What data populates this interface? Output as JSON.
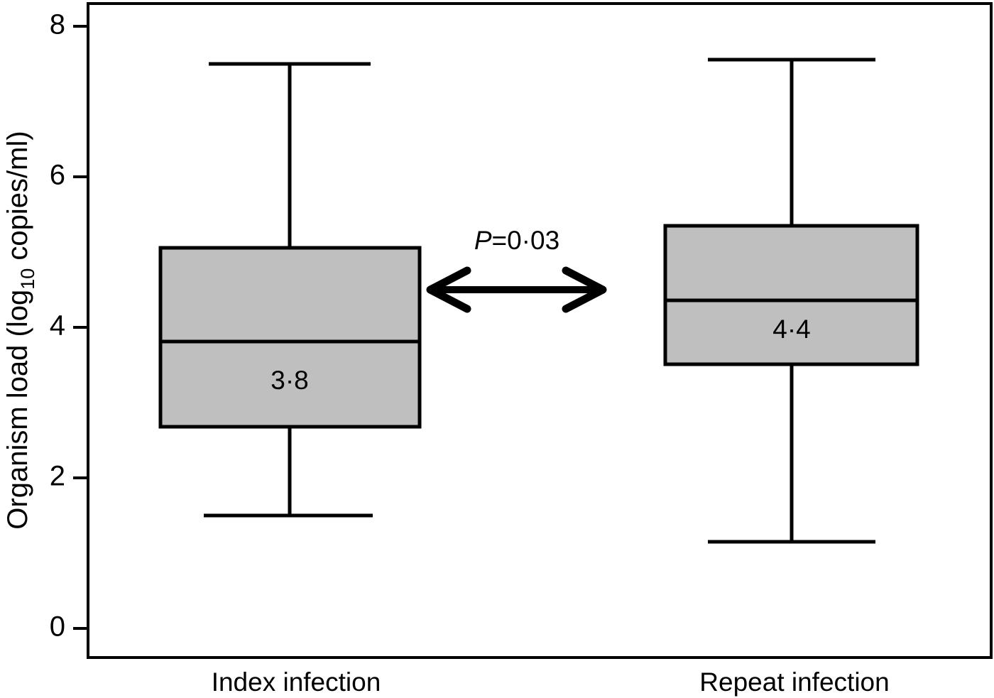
{
  "chart_data": {
    "type": "box",
    "title": "",
    "xlabel": "",
    "ylabel": "Organism load (log10 copies/ml)",
    "ylabel_parts": {
      "prefix": "Organism load (log",
      "subscript": "10",
      "suffix": " copies/ml)"
    },
    "ylim": [
      0,
      8.4
    ],
    "yticks": [
      0,
      2,
      4,
      6,
      8
    ],
    "ytick_labels": [
      "0",
      "2",
      "4",
      "6",
      "8"
    ],
    "grid": false,
    "legend": "none",
    "categories": [
      "Index infection",
      "Repeat infection"
    ],
    "boxes": [
      {
        "category": "Index infection",
        "whisker_low": 1.55,
        "q1": 2.7,
        "median": 3.8,
        "q3": 5.0,
        "whisker_high": 7.5,
        "median_label": "3·8"
      },
      {
        "category": "Repeat infection",
        "whisker_low": 1.2,
        "q1": 3.5,
        "median": 4.4,
        "q3": 5.35,
        "whisker_high": 7.55,
        "median_label": "4·4"
      }
    ],
    "annotations": [
      {
        "name": "p-value",
        "text": "P=0·03",
        "italic_part": "P",
        "rest_part": "=0·03",
        "arrow": "double-headed"
      }
    ],
    "colors": {
      "box_fill": "#BFBFBF",
      "line": "#000000",
      "background": "#FFFFFF"
    }
  }
}
